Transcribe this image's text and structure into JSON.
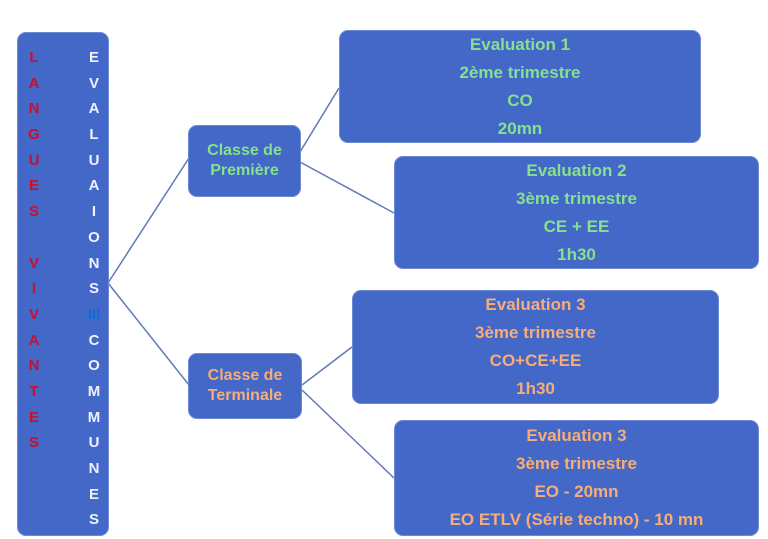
{
  "sidebar": {
    "left_text": "LANGUES VIVANTES",
    "right_text_1": "EVALUAIONS",
    "right_separator": "III",
    "right_text_2": "COMMUNES"
  },
  "classes": [
    {
      "line1": "Classe de",
      "line2": "Première"
    },
    {
      "line1": "Classe de",
      "line2": "Terminale"
    }
  ],
  "evaluations": [
    {
      "title": "Evaluation 1",
      "period": "2ème trimestre",
      "skills": "CO",
      "duration": "20mn"
    },
    {
      "title": "Evaluation 2",
      "period": "3ème trimestre",
      "skills": "CE + EE",
      "duration": "1h30"
    },
    {
      "title": "Evaluation 3",
      "period": "3ème trimestre",
      "skills": "CO+CE+EE",
      "duration": "1h30"
    },
    {
      "title": "Evaluation 3",
      "period": "3ème trimestre",
      "skills": "EO - 20mn",
      "duration": "EO ETLV (Série techno) - 10 mn"
    }
  ],
  "colors": {
    "box": "#4468c8",
    "premiere_text": "#86e08e",
    "terminale_text": "#f6ad78",
    "left_letters": "#c8102e",
    "separator": "#0f6ad8"
  }
}
